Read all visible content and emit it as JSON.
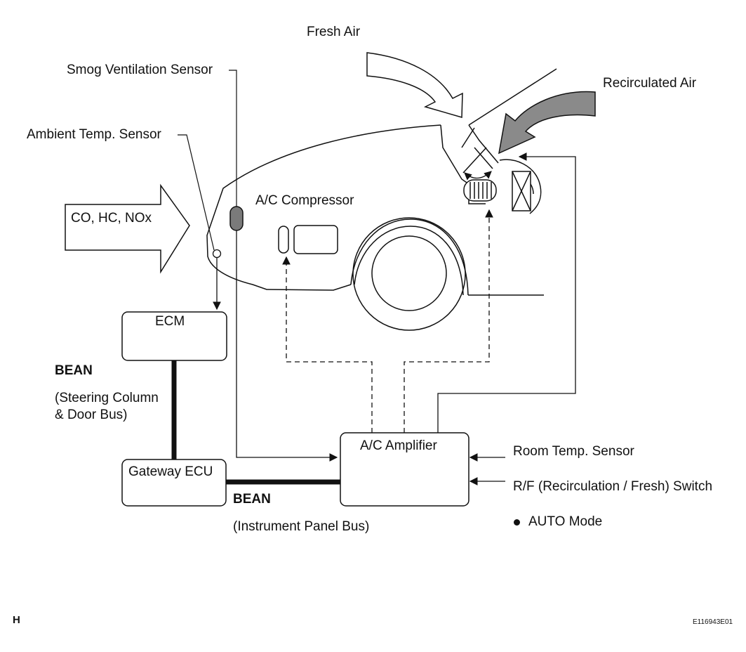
{
  "labels": {
    "fresh_air": "Fresh Air",
    "recirculated_air": "Recirculated Air",
    "smog_sensor": "Smog Ventilation Sensor",
    "ambient_sensor": "Ambient Temp. Sensor",
    "emissions": "CO, HC, NOx",
    "ac_compressor": "A/C Compressor",
    "room_temp_sensor": "Room Temp. Sensor",
    "rf_switch": "R/F (Recirculation / Fresh) Switch",
    "auto_mode": "AUTO Mode"
  },
  "boxes": {
    "ecm": "ECM",
    "gateway": "Gateway ECU",
    "amplifier": "A/C Amplifier"
  },
  "buses": {
    "bean_left_title": "BEAN",
    "bean_left_line1": "(Steering Column",
    "bean_left_line2": "& Door Bus)",
    "bean_bottom_title": "BEAN",
    "bean_bottom_desc": "(Instrument Panel Bus)"
  },
  "footer": {
    "corner_letter": "H",
    "figure_code": "E116943E01"
  },
  "colors": {
    "line": "#111111",
    "sensor_fill": "#7a7a7a",
    "recirc_arrow_fill": "#8a8a8a",
    "background": "#ffffff"
  }
}
